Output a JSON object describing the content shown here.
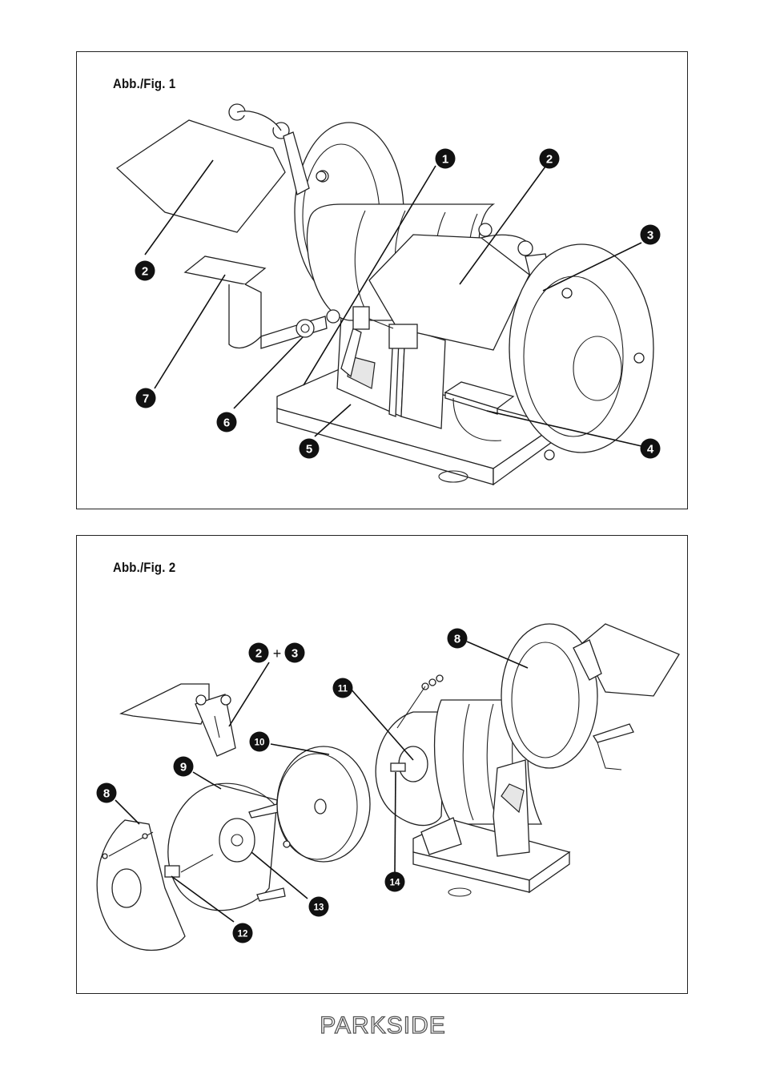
{
  "figures": [
    {
      "title": "Abb./Fig. 1",
      "callouts": [
        "1",
        "2",
        "2",
        "3",
        "4",
        "5",
        "6",
        "7"
      ]
    },
    {
      "title": "Abb./Fig. 2",
      "callouts": [
        "2",
        "+",
        "3",
        "8",
        "8",
        "9",
        "10",
        "11",
        "12",
        "13",
        "14"
      ]
    }
  ],
  "brand": {
    "logo_text": "PARKSIDE"
  }
}
